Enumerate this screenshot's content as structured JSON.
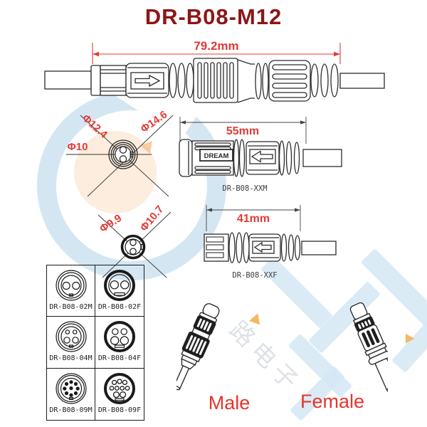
{
  "title": "DR-B08-M12",
  "assembly": {
    "dim": "79.2mm"
  },
  "cross_section_male": {
    "d_mid": "Φ12.4",
    "d_outer": "Φ14.6",
    "d_body": "Φ10"
  },
  "male_view": {
    "dim": "55mm",
    "brand": "DREAM",
    "label": "DR-B08-XXM"
  },
  "cross_section_female": {
    "d_body": "Φ9.9",
    "d_outer": "Φ10.7"
  },
  "female_view": {
    "dim": "41mm",
    "label": "DR-B08-XXF"
  },
  "variants": [
    {
      "label": "DR-B08-02M",
      "pins": 2,
      "gender": "male"
    },
    {
      "label": "DR-B08-02F",
      "pins": 2,
      "gender": "female"
    },
    {
      "label": "DR-B08-04M",
      "pins": 4,
      "gender": "male"
    },
    {
      "label": "DR-B08-04F",
      "pins": 4,
      "gender": "female"
    },
    {
      "label": "DR-B08-09M",
      "pins": 9,
      "gender": "male"
    },
    {
      "label": "DR-B08-09F",
      "pins": 9,
      "gender": "female"
    }
  ],
  "renders": {
    "male_label": "Male",
    "female_label": "Female"
  },
  "watermark": {
    "text": "路电子"
  },
  "colors": {
    "title": "#8C1616",
    "dimension_red": "#E23B34",
    "caption_red": "#E8332A",
    "line": "#2B2B2B",
    "watermark_blue": "#CFE3F2",
    "watermark_cream": "#FBE9D6",
    "watermark_orange": "#F3A83B"
  }
}
